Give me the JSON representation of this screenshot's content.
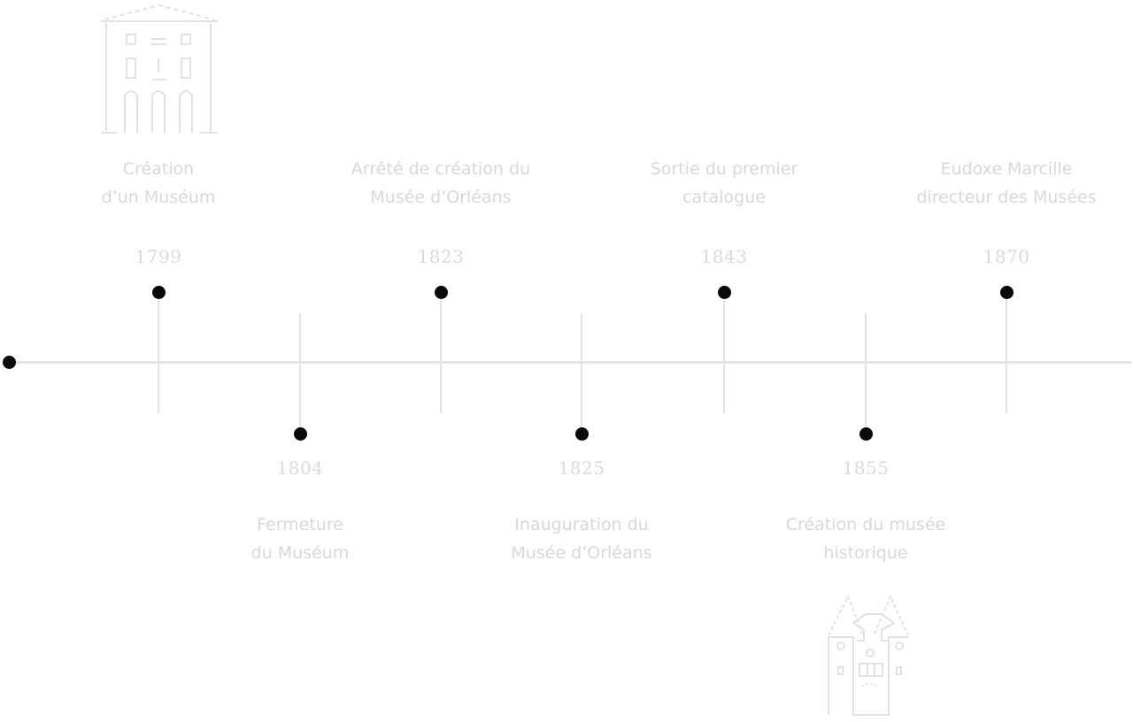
{
  "timeline": {
    "title": "",
    "line_color": "#e3e3e3",
    "dot_color": "#0a0a0a",
    "text_color": "#d8d8d8",
    "events": [
      {
        "year": "1799",
        "label_line1": "Création",
        "label_line2": "d’un Muséum",
        "position": "top",
        "icon": "museum-building-icon"
      },
      {
        "year": "1804",
        "label_line1": "Fermeture",
        "label_line2": "du Muséum",
        "position": "bottom"
      },
      {
        "year": "1823",
        "label_line1": "Arrêté de création du",
        "label_line2": "Musée d’Orléans",
        "position": "top"
      },
      {
        "year": "1825",
        "label_line1": "Inauguration du",
        "label_line2": "Musée d’Orléans",
        "position": "bottom"
      },
      {
        "year": "1843",
        "label_line1": "Sortie du premier",
        "label_line2": "catalogue",
        "position": "top"
      },
      {
        "year": "1855",
        "label_line1": "Création du musée",
        "label_line2": "historique",
        "position": "bottom",
        "icon": "historic-house-icon"
      },
      {
        "year": "1870",
        "label_line1": "Eudoxe Marcille",
        "label_line2": "directeur des Musées",
        "position": "top"
      }
    ]
  }
}
